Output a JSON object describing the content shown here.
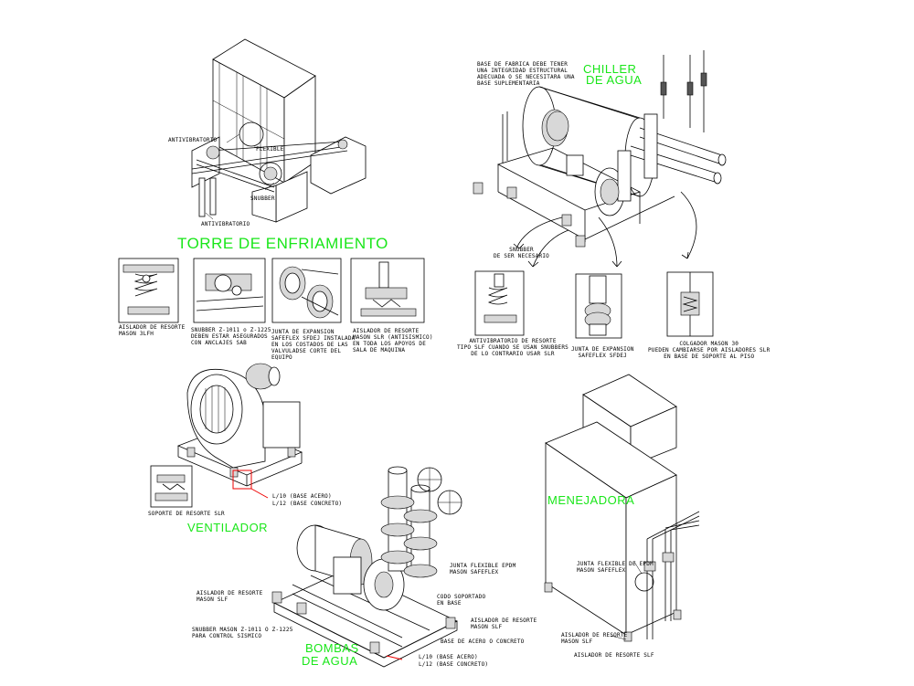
{
  "titles": {
    "torre": "TORRE DE ENFRIAMIENTO",
    "chiller_line1": "CHILLER",
    "chiller_line2": "DE AGUA",
    "ventilador": "VENTILADOR",
    "manejadora": "MENEJADORA",
    "bombas_line1": "BOMBAS",
    "bombas_line2": "DE AGUA"
  },
  "torre_labels": {
    "antivibratorio_top": "ANTIVIBRATORIO",
    "flexible": "FLEXIBLE",
    "snubber": "SNUBBER",
    "antivibratorio_bottom": "ANTIVIBRATORIO"
  },
  "torre_details": [
    {
      "id": "d1",
      "caption": "AISLADOR DE RESORTE\nMASON 3LFH"
    },
    {
      "id": "d2",
      "caption": "SNUBBER Z-1011 o Z-1225\nDEBEN ESTAR ASEGURADOS\nCON ANCLAJES SAB"
    },
    {
      "id": "d3",
      "caption": "JUNTA DE EXPANSION\nSAFEFLEX SFDEJ INSTALADA\nEN LOS COSTADOS DE LAS\nVALVULADSE CORTE DEL\nEQUIPO"
    },
    {
      "id": "d4",
      "caption": "AISLADOR DE RESORTE\nMASON SLR (ANTISISMICO)\nEN TODA LOS APOYOS DE\nSALA DE MAQUINA"
    }
  ],
  "chiller_labels": {
    "base_note": "BASE DE FABRICA DEBE TENER\nUNA INTEGRIDAD ESTRUCTURAL\nADECUADA O SE NECESITARA UNA\nBASE SUPLEMENTARIA",
    "snubber_note": "SNUBBER\nDE SER NECESARIO"
  },
  "chiller_details": [
    {
      "id": "c1",
      "caption": "ANTIVIBRATORIO DE RESORTE\nTIPO SLF CUANDO SE USAN SNUBBERS\nDE LO CONTRARIO USAR SLR"
    },
    {
      "id": "c2",
      "caption": "JUNTA DE EXPANSION\nSAFEFLEX SFDEJ"
    },
    {
      "id": "c3",
      "caption": "COLGADOR MASON 30\nPUEDEN CAMBIARSE POR AISLADORES SLR\nEN BASE DE SOPORTE AL PISO"
    }
  ],
  "ventilador_labels": {
    "soporte": "SOPORTE DE RESORTE SLR",
    "base_acero": "L/10 (BASE ACERO)",
    "base_concreto": "L/12 (BASE CONCRETO)"
  },
  "bombas_labels": {
    "aislador_left": "AISLADOR DE RESORTE\nMASON SLF",
    "snubber_left": "SNUBBER MASON Z-1011 O Z-1225\nPARA CONTROL SISMICO",
    "junta": "JUNTA FLEXIBLE EPDM\nMASON SAFEFLEX",
    "codo": "CODO SOPORTADO\nEN BASE",
    "aislador_right": "AISLADOR DE RESORTE\nMASON SLF",
    "base": "BASE DE ACERO O CONCRETO",
    "base_acero": "L/10 (BASE ACERO)",
    "base_concreto": "L/12 (BASE CONCRETO)"
  },
  "manejadora_labels": {
    "junta": "JUNTA FLEXIBLE DE EPDM\nMASON SAFEFLEX",
    "aislador_mason": "AISLADOR DE RESORTE\nMASON SLF",
    "aislador_slf": "AISLADOR DE RESORTE SLF"
  },
  "colors": {
    "title_green": "#19e619",
    "highlight_red": "#e00000",
    "line": "#000000"
  }
}
